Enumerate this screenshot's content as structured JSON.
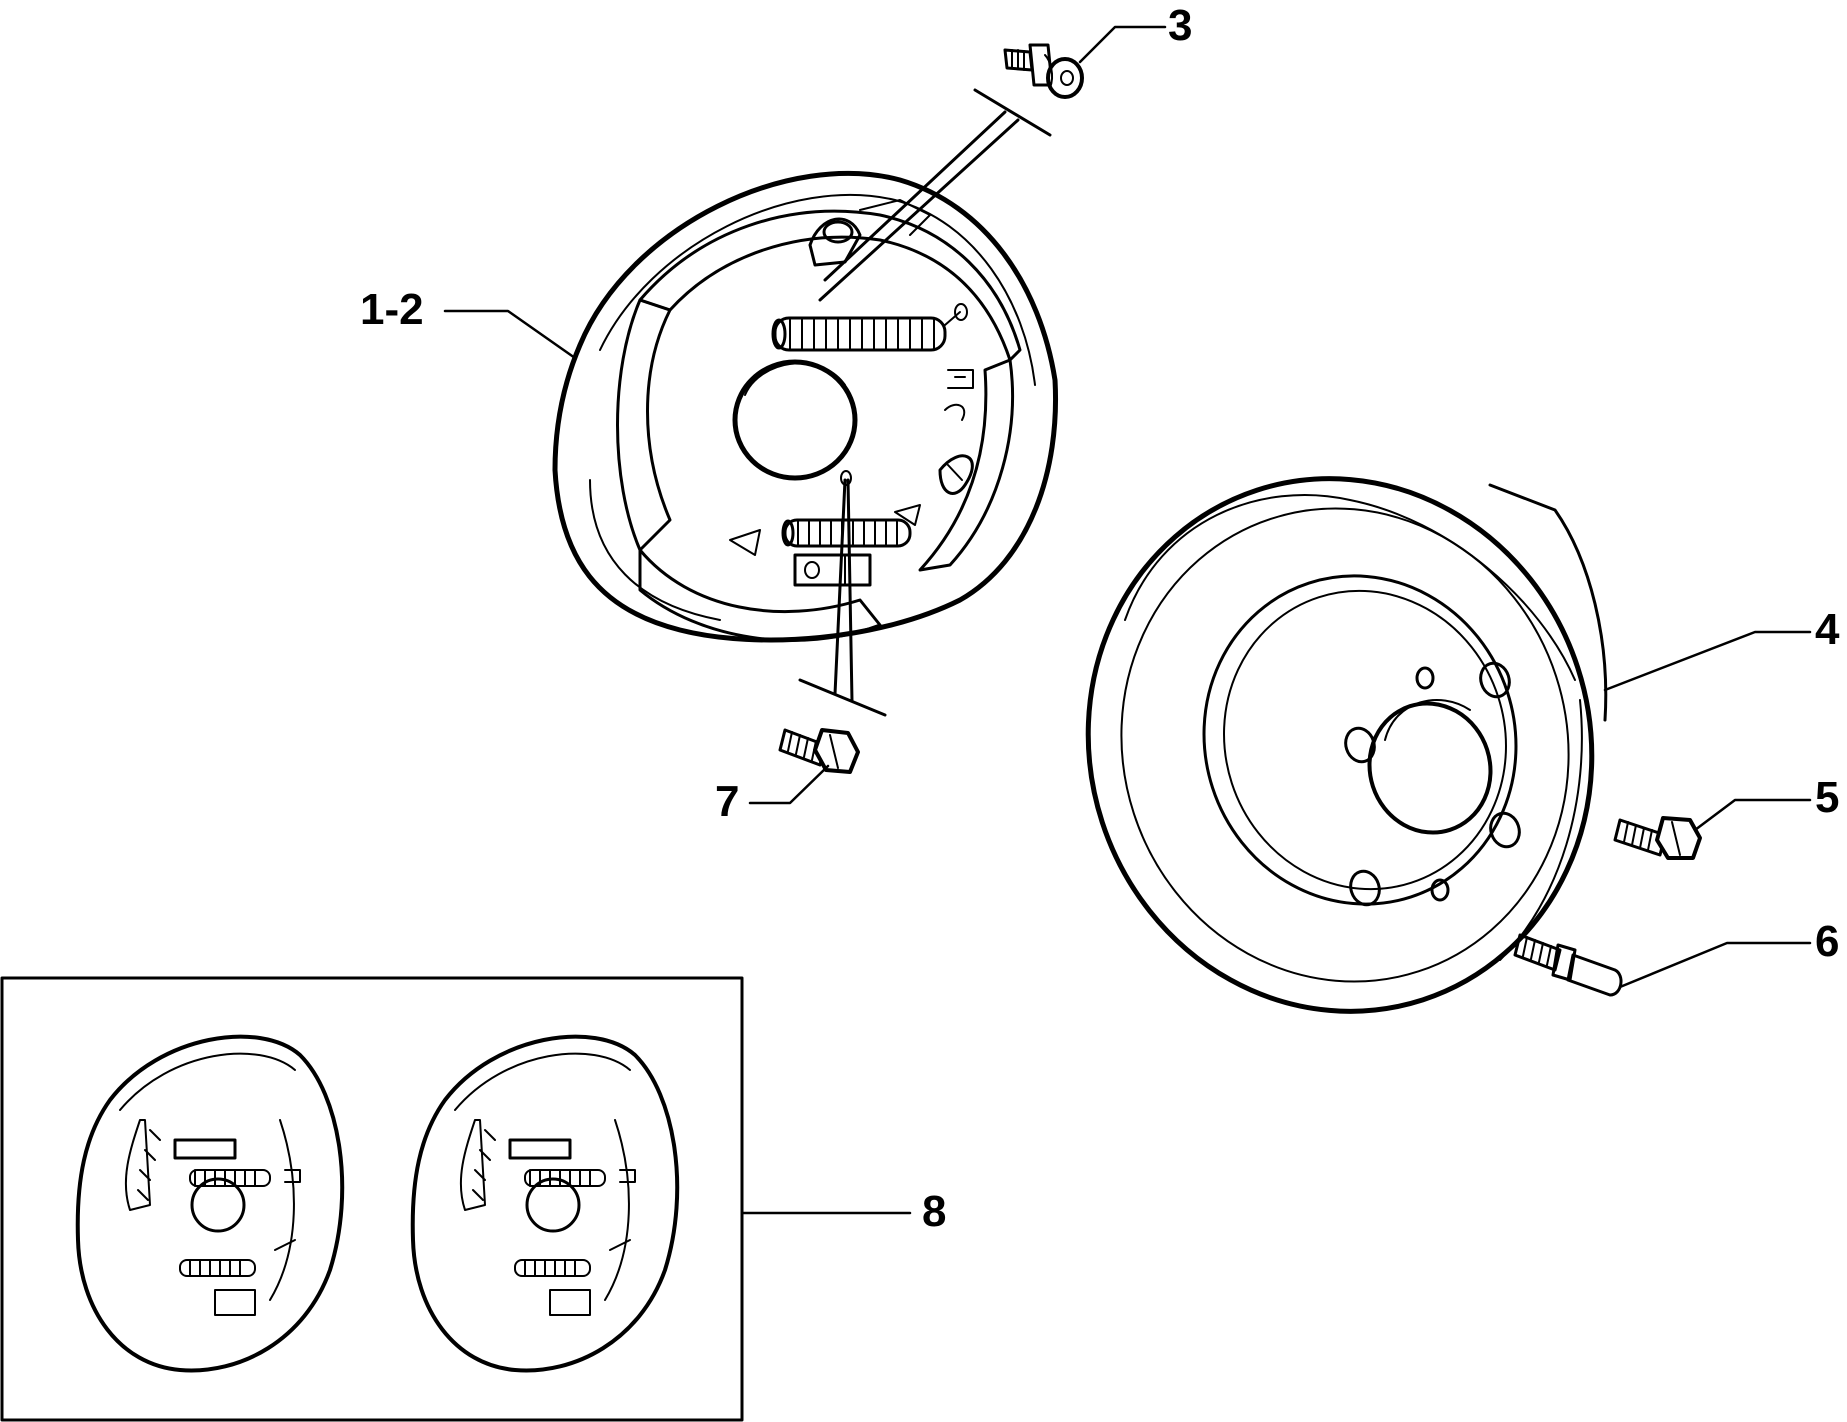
{
  "callouts": [
    {
      "id": "1-2",
      "label": "1-2"
    },
    {
      "id": "3",
      "label": "3"
    },
    {
      "id": "4",
      "label": "4"
    },
    {
      "id": "5",
      "label": "5"
    },
    {
      "id": "6",
      "label": "6"
    },
    {
      "id": "7",
      "label": "7"
    },
    {
      "id": "8",
      "label": "8"
    }
  ],
  "colors": {
    "ink": "#000000",
    "paper": "#ffffff"
  }
}
